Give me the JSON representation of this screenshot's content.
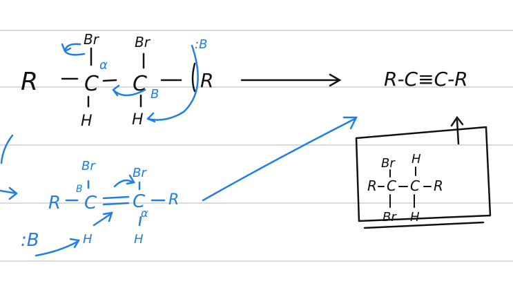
{
  "colors": {
    "ink": "#111111",
    "blue": "#1f7fe3",
    "rule": "#d9dadc",
    "background": "#ffffff"
  },
  "top": {
    "R_left": "R",
    "C1": "C",
    "C2": "C",
    "Br1": "Br",
    "Br2": "Br",
    "H1": "H",
    "H2": "H",
    "R_right": "R",
    "alpha": "α",
    "base": ":B",
    "B_small": "B"
  },
  "product": {
    "text": "R-C≡C-R"
  },
  "bottom": {
    "R_left": "R",
    "B_label": "B",
    "C1": "C",
    "C2": "C",
    "Br1": "Br",
    "Br2": "Br",
    "alpha": "α",
    "R_right": "R",
    "H1": "H",
    "H2": "H",
    "base": ":B"
  },
  "box": {
    "Br_top": "Br",
    "H_top": "H",
    "R_left": "R",
    "C1": "C",
    "C2": "C",
    "R_right": "R",
    "Br_bottom": "Br",
    "H_bottom": "H"
  }
}
